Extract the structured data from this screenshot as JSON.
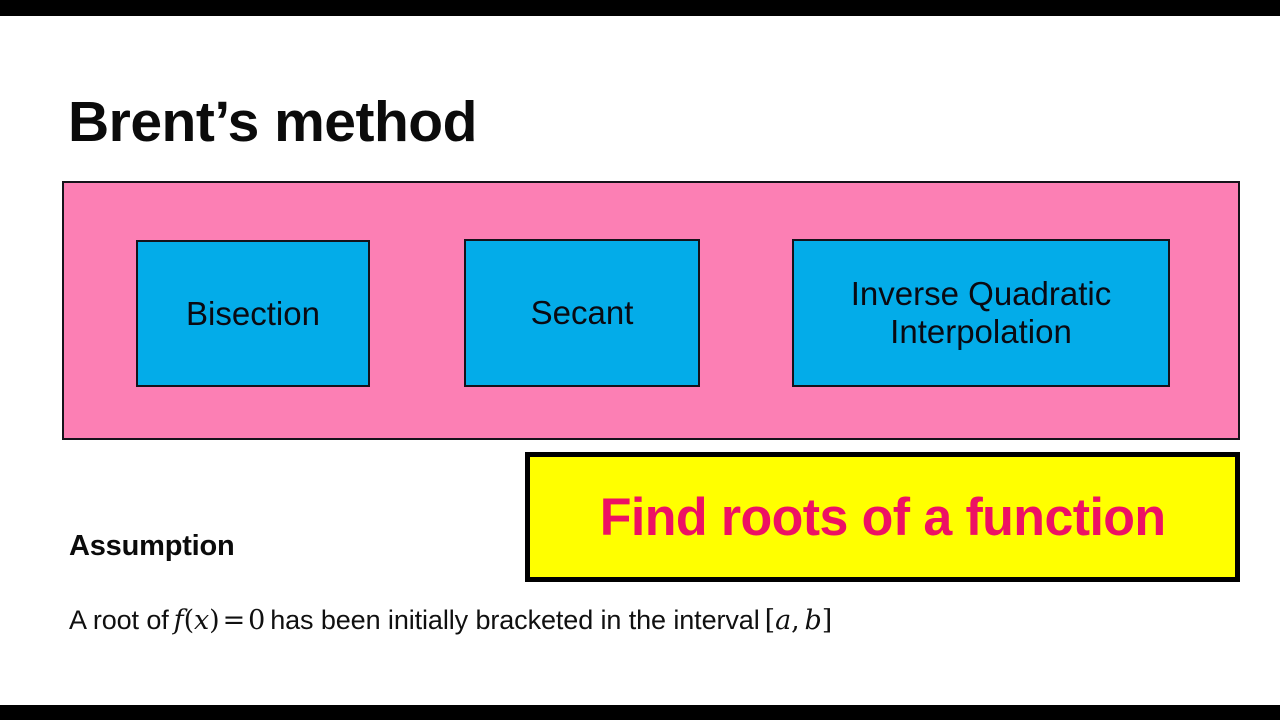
{
  "slide": {
    "title": "Brent’s method",
    "background_color": "#ffffff",
    "letterbox_color": "#000000"
  },
  "banner": {
    "name": "methods-banner",
    "fill_color": "#fc7fb4",
    "border_color": "#15131a",
    "boxes": [
      {
        "label": "Bisection",
        "fill_color": "#03ace9",
        "border_color": "#14121b"
      },
      {
        "label": "Secant",
        "fill_color": "#03ace9",
        "border_color": "#14121b"
      },
      {
        "label": "Inverse Quadratic Interpolation",
        "fill_color": "#03ace9",
        "border_color": "#14121b"
      }
    ]
  },
  "callout": {
    "text": "Find roots of a function",
    "fill_color": "#ffff00",
    "text_color": "#ed1164",
    "border_color": "#000000"
  },
  "assumption": {
    "heading": "Assumption",
    "body": {
      "prefix": "A root of",
      "fn_f": "f",
      "paren_open": "(",
      "var_x": "x",
      "paren_close": ")",
      "equals": "=",
      "zero": "0",
      "middle": "has been initially bracketed in the interval",
      "bracket_open": "[",
      "var_a": "a",
      "comma": ",",
      "var_b": "b",
      "bracket_close": "]",
      "full_text": "A root of f(x) = 0 has been initially bracketed in the interval [a, b]"
    }
  }
}
